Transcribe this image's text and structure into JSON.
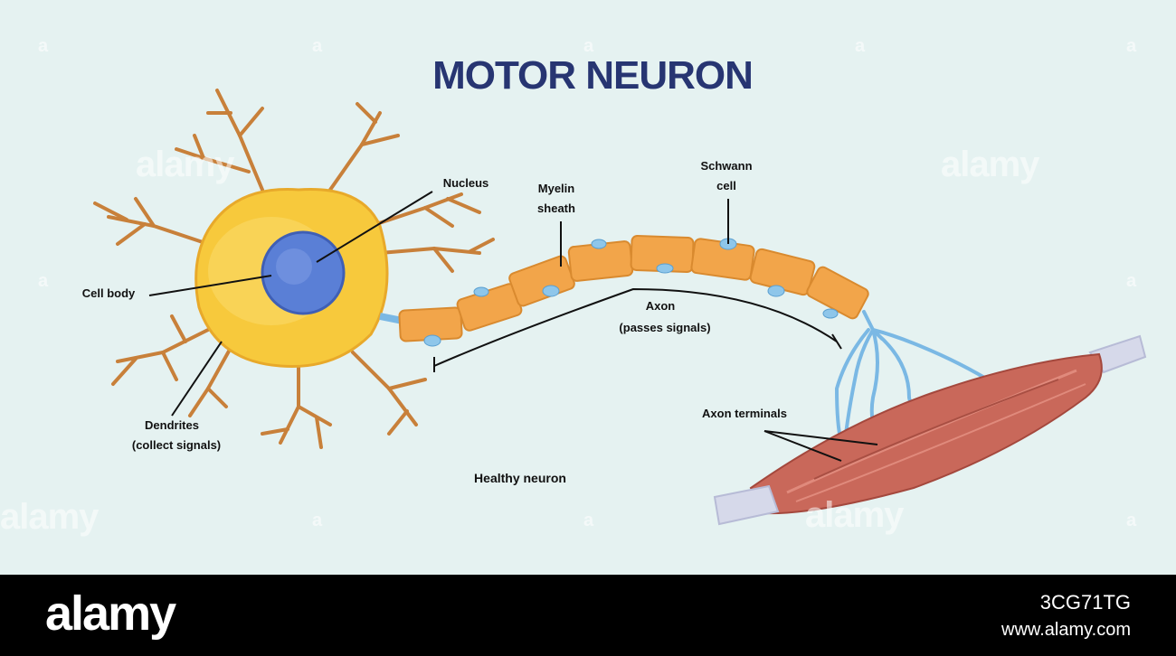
{
  "title": "MOTOR NEURON",
  "labels": {
    "nucleus": "Nucleus",
    "myelin_sheath_1": "Myelin",
    "myelin_sheath_2": "sheath",
    "schwann_cell_1": "Schwann",
    "schwann_cell_2": "cell",
    "cell_body": "Cell body",
    "axon_1": "Axon",
    "axon_2": "(passes signals)",
    "dendrites_1": "Dendrites",
    "dendrites_2": "(collect signals)",
    "axon_terminals": "Axon terminals",
    "healthy_neuron": "Healthy neuron"
  },
  "watermark": {
    "brand": "alamy",
    "short": "a"
  },
  "footer": {
    "logo": "alamy",
    "image_id": "3CG71TG",
    "url": "www.alamy.com"
  },
  "colors": {
    "background": "#e5f2f1",
    "title": "#273572",
    "cell_body": "#f7c93c",
    "nucleus": "#5a7fd6",
    "dendrite": "#c8803a",
    "myelin": "#f2a54a",
    "axon_terminal": "#7ab8e4",
    "muscle": "#c9685a"
  }
}
